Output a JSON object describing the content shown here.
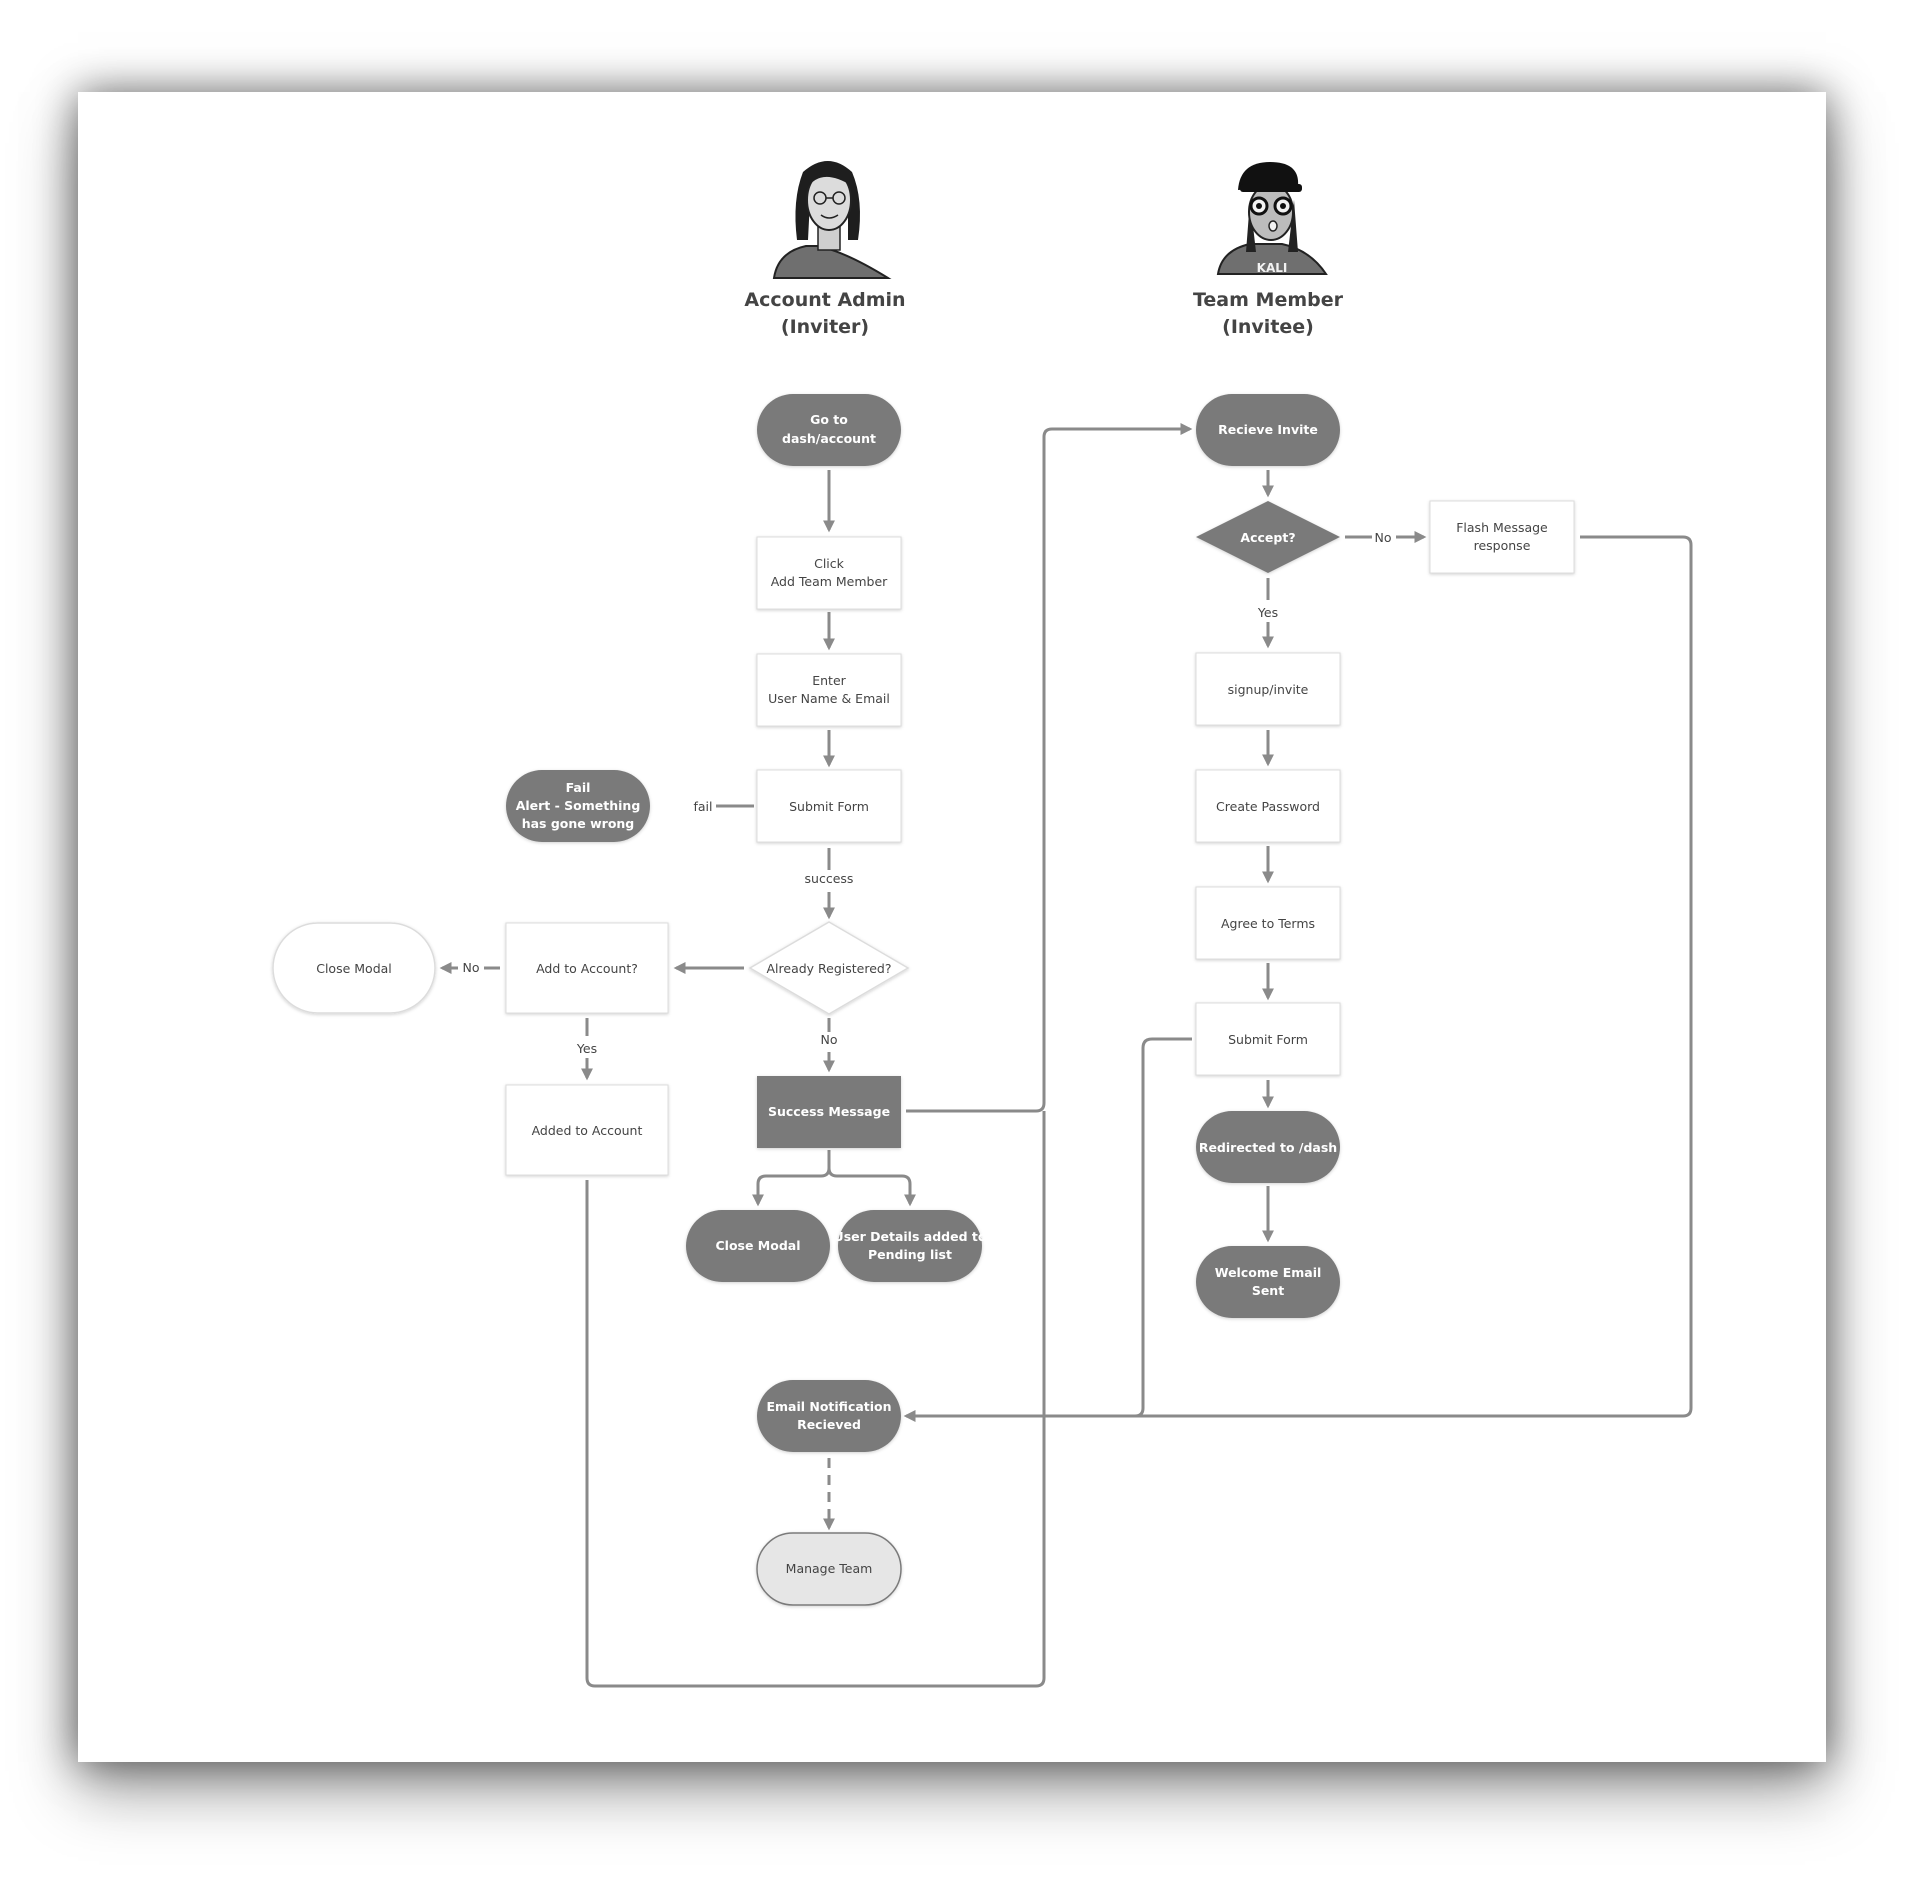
{
  "personas": {
    "admin": {
      "title_line1": "Account Admin",
      "title_line2": "(Inviter)"
    },
    "member": {
      "title_line1": "Team Member",
      "title_line2": "(Invitee)"
    }
  },
  "nodes": {
    "go_to_dash": [
      "Go to",
      "dash/account"
    ],
    "click_add": [
      "Click",
      "Add Team Member"
    ],
    "enter_user": [
      "Enter",
      "User Name & Email"
    ],
    "submit_form_admin": [
      "Submit Form"
    ],
    "fail_alert": [
      "Fail",
      "Alert - Something",
      "has gone wrong"
    ],
    "already_registered": [
      "Already Registered?"
    ],
    "add_to_account": [
      "Add to Account?"
    ],
    "close_modal_outline": [
      "Close Modal"
    ],
    "added_to_account": [
      "Added to Account"
    ],
    "success_message": [
      "Success Message"
    ],
    "close_modal": [
      "Close Modal"
    ],
    "user_details_pending": [
      "User Details added to",
      "Pending list"
    ],
    "email_notification": [
      "Email Notification",
      "Recieved"
    ],
    "manage_team": [
      "Manage Team"
    ],
    "recieve_invite": [
      "Recieve Invite"
    ],
    "accept": [
      "Accept?"
    ],
    "flash_message": [
      "Flash Message",
      "response"
    ],
    "signup_invite": [
      "signup/invite"
    ],
    "create_password": [
      "Create Password"
    ],
    "agree_terms": [
      "Agree to Terms"
    ],
    "submit_form_member": [
      "Submit Form"
    ],
    "redirected_dash": [
      "Redirected to /dash"
    ],
    "welcome_email": [
      "Welcome Email",
      "Sent"
    ]
  },
  "edge_labels": {
    "fail": "fail",
    "success": "success",
    "no_registered": "No",
    "no_add": "No",
    "yes_add": "Yes",
    "no_accept": "No",
    "yes_accept": "Yes"
  },
  "colors": {
    "dark_fill": "#7a7a7a",
    "light_fill": "#ffffff",
    "pale_fill": "#e6e6e6",
    "connector": "#8a8a8a"
  }
}
